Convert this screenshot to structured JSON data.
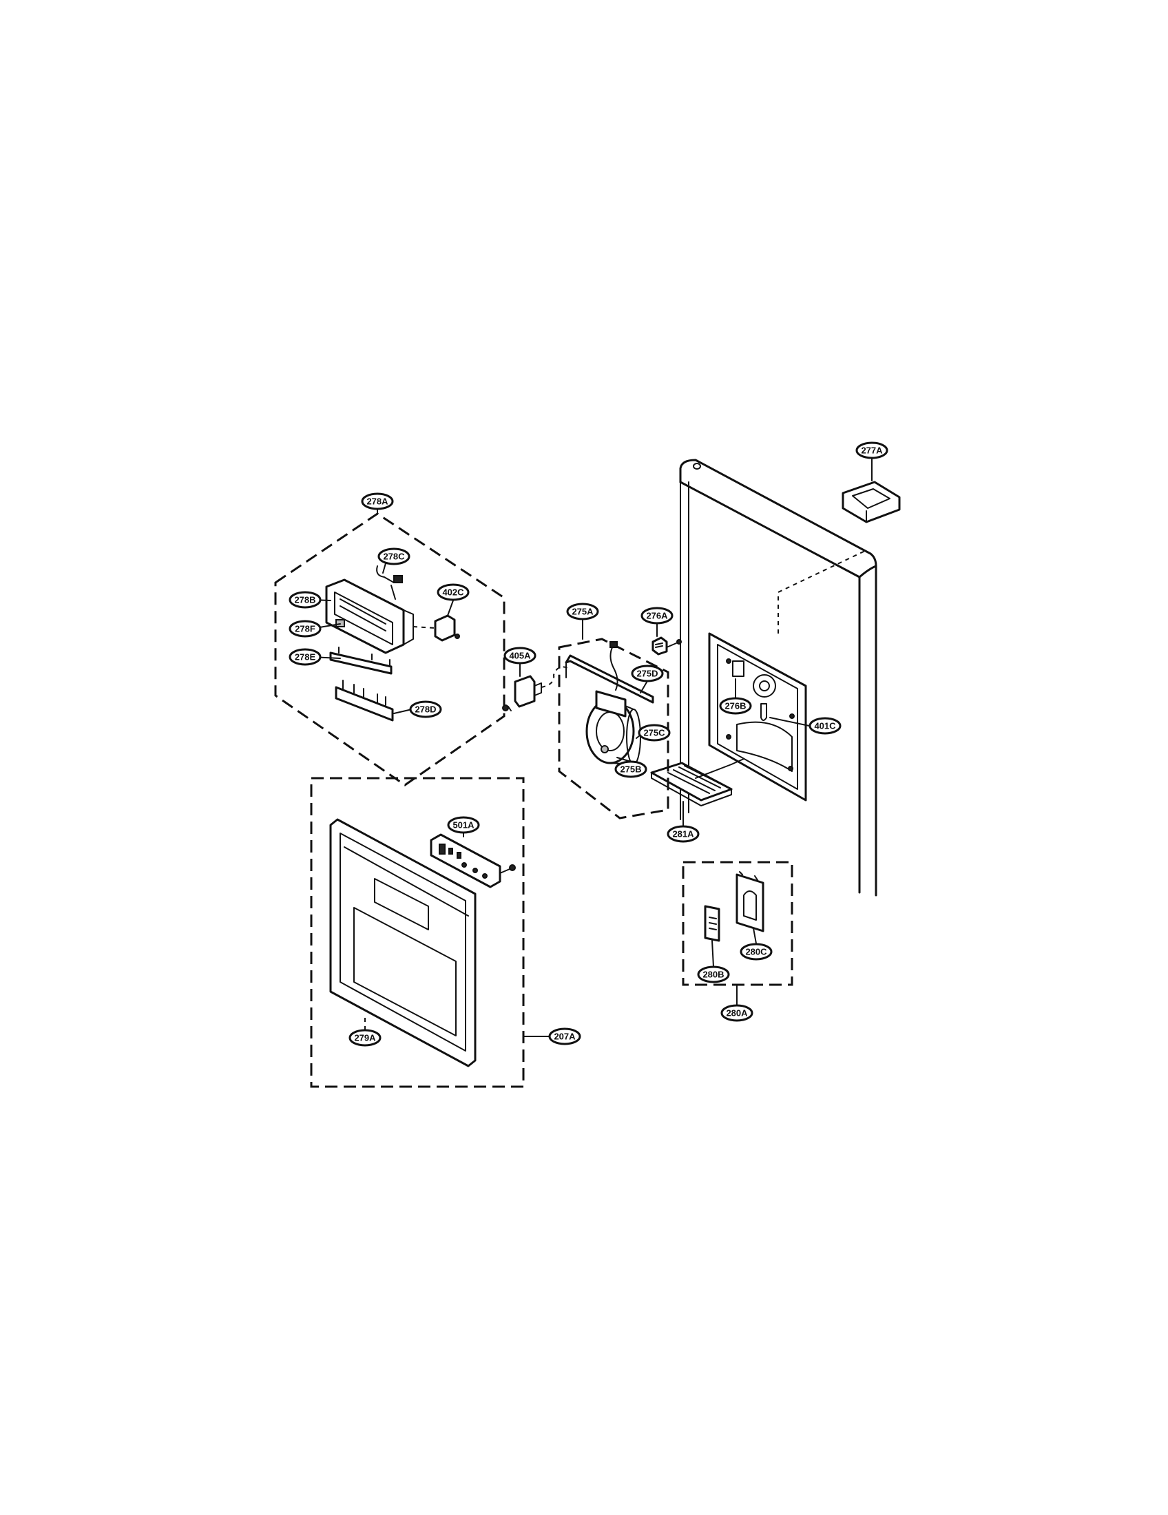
{
  "labels": {
    "l277A": "277A",
    "l278A": "278A",
    "l278C": "278C",
    "l278B": "278B",
    "l402C": "402C",
    "l278F": "278F",
    "l278E": "278E",
    "l278D": "278D",
    "l275A": "275A",
    "l276A": "276A",
    "l405A": "405A",
    "l275D": "275D",
    "l276B": "276B",
    "l401C": "401C",
    "l275C": "275C",
    "l275B": "275B",
    "l281A": "281A",
    "l501A": "501A",
    "l280C": "280C",
    "l280B": "280B",
    "l280A": "280A",
    "l279A": "279A",
    "l207A": "207A"
  }
}
